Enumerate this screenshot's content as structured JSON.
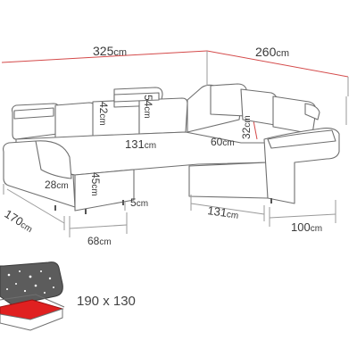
{
  "diagram": {
    "type": "furniture-dimensions",
    "subject": "corner-sofa",
    "colors": {
      "guide_line": "#d44a4a",
      "outline": "#6f6f6f",
      "text": "#3a3a3a",
      "bed_fill": "#e02020",
      "panel_fill": "#5c5c5c"
    },
    "dimensions": {
      "total_width_left": {
        "value": "325",
        "unit": "cm"
      },
      "total_width_right": {
        "value": "260",
        "unit": "cm"
      },
      "back_height_raised": {
        "value": "54",
        "unit": "cm"
      },
      "back_height_lowered": {
        "value": "42",
        "unit": "cm"
      },
      "seat_depth_middle": {
        "value": "131",
        "unit": "cm"
      },
      "seat_depth_corner": {
        "value": "60",
        "unit": "cm"
      },
      "armrest_height": {
        "value": "32",
        "unit": "cm"
      },
      "armrest_width": {
        "value": "28",
        "unit": "cm"
      },
      "seat_height": {
        "value": "45",
        "unit": "cm"
      },
      "leg_height": {
        "value": "5",
        "unit": "cm"
      },
      "left_depth": {
        "value": "170",
        "unit": "cm"
      },
      "module_width": {
        "value": "68",
        "unit": "cm"
      },
      "right_depth": {
        "value": "131",
        "unit": "cm"
      },
      "right_width": {
        "value": "100",
        "unit": "cm"
      }
    },
    "bed": {
      "label": "190 x 130"
    }
  }
}
